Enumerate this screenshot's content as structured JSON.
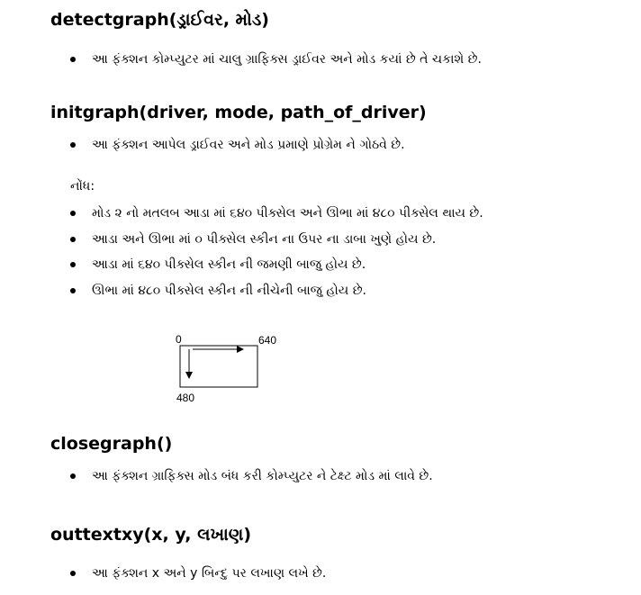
{
  "sections": [
    {
      "heading": "detectgraph(ડ્રાઈવર, મોડ)",
      "items": [
        "આ ફંક્શન કોમ્પ્યુટર માં ચાલુ ગ્રાફિક્સ ડ્રાઈવર અને મોડ કયાં છે તે ચકાશે છે."
      ]
    },
    {
      "heading": "initgraph(driver, mode, path_of_driver)",
      "items": [
        "આ ફંક્શન આપેલ ડ્રાઈવર અને મોડ પ્રમાણે પ્રોગ્રેમ ને ગોઠવે છે."
      ]
    },
    {
      "heading": "closegraph()",
      "items": [
        "આ ફંક્શન ગ્રાફિક્સ મોડ બંધ કરી કોમ્પ્યુટર ને ટેક્ષ્ટ મોડ માં લાવે છે."
      ]
    },
    {
      "heading": "outtextxy(x, y, લખાણ)",
      "items": [
        "આ ફંક્શન x અને y બિન્દુ પર લખાણ લખે છે."
      ]
    }
  ],
  "note": {
    "label": "નોંધ:",
    "items": [
      "મોડ ૨ નો મતલબ આડા માં ૬૪૦ પીક્સેલ અને ઊભા માં ૪૮૦ પીક્સેલ થાય છે.",
      "આડા અને ઊભા માં ૦ પીક્સેલ સ્કીન ના ઉપર ના ડાબા ખુણે હોય છે.",
      "આડા માં ૬૪૦ પીક્સેલ સ્કીન ની જમણી બાજુ હોય છે.",
      "ઊભા માં ૪૮૦ પીક્સેલ સ્કીન ની નીચેની બાજુ હોય છે."
    ]
  },
  "diagram": {
    "origin_label": "0",
    "width_label": "640",
    "height_label": "480"
  }
}
